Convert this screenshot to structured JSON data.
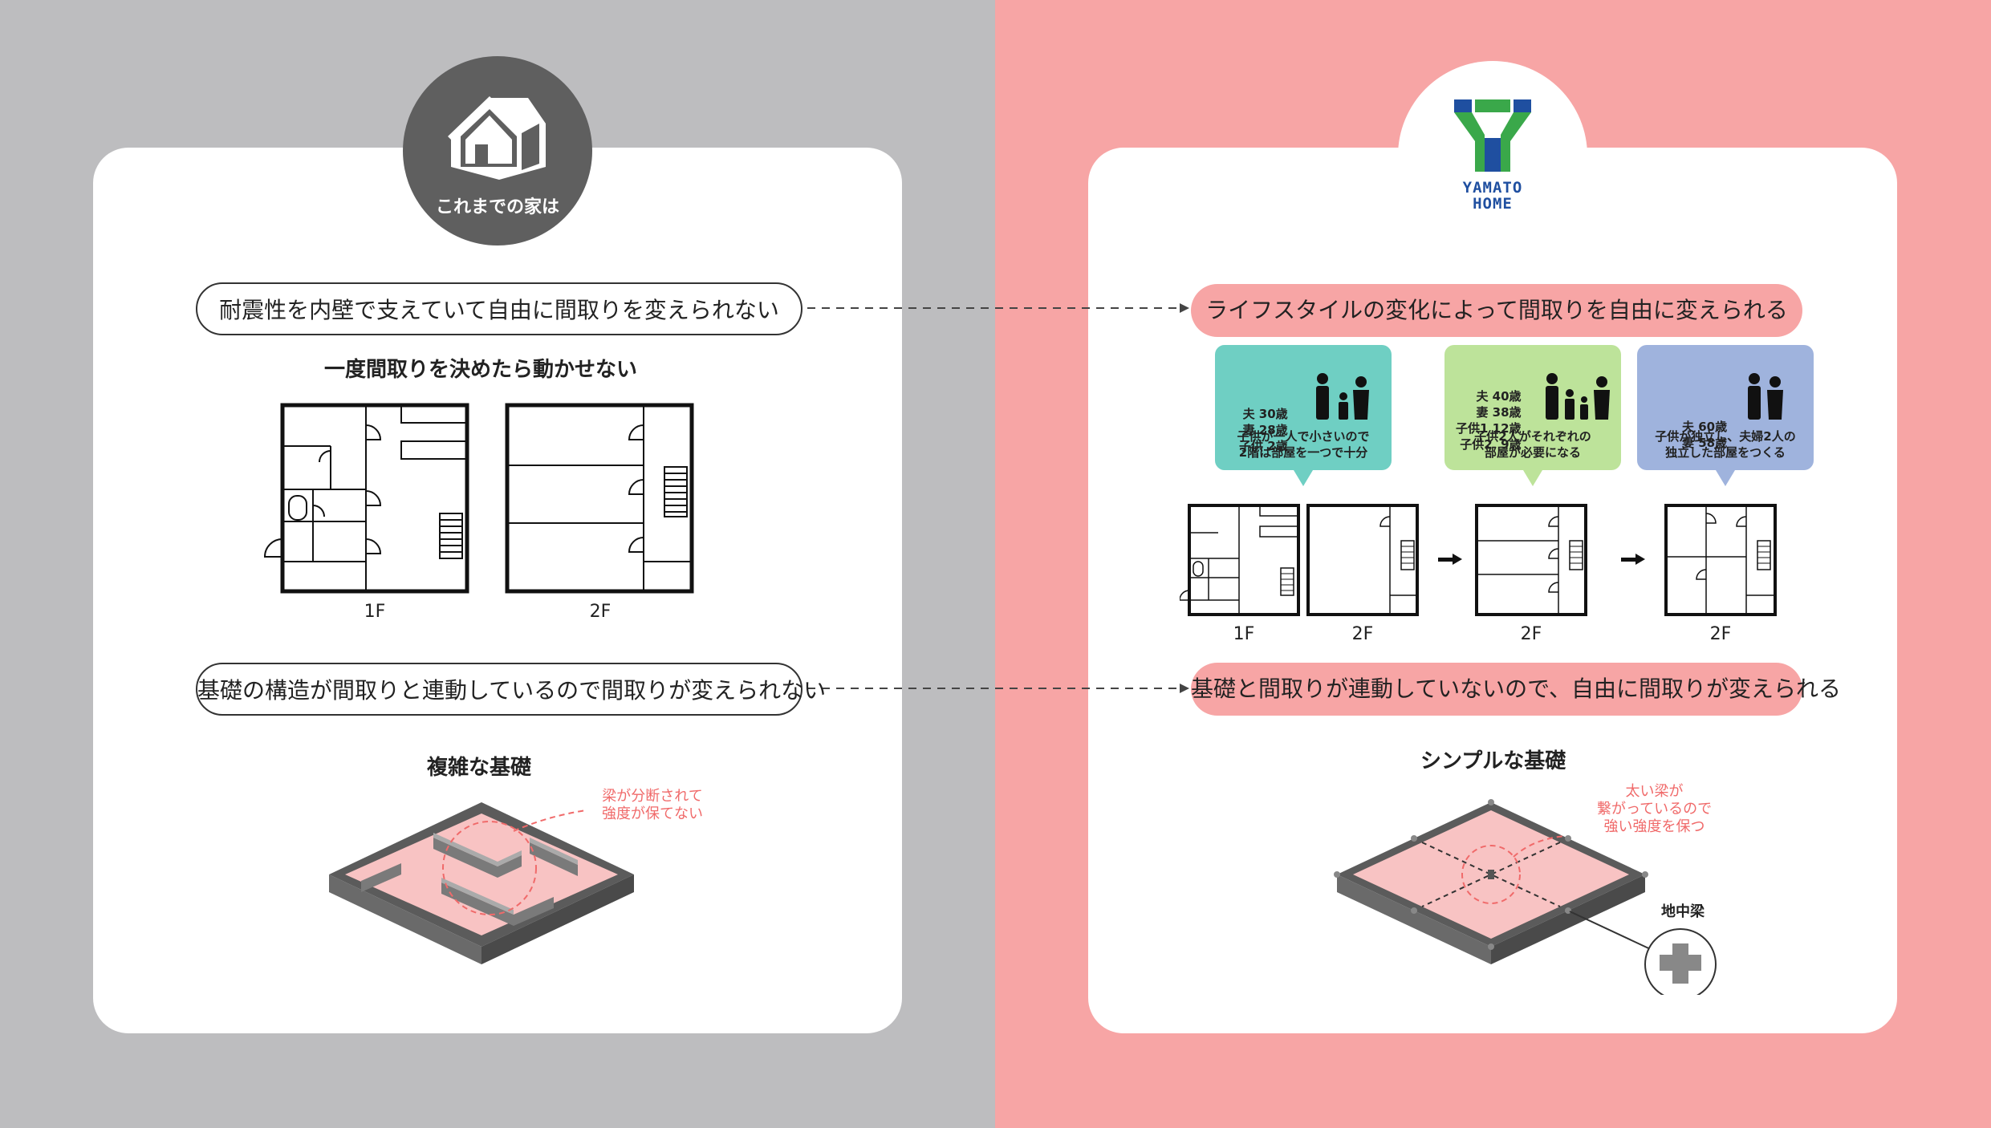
{
  "left": {
    "badge_text": "これまでの家は",
    "statement1": "耐震性を内壁で支えていて自由に間取りを変えられない",
    "plan_caption": "一度間取りを決めたら動かせない",
    "floor_1f": "1F",
    "floor_2f": "2F",
    "statement2": "基礎の構造が間取りと連動しているので間取りが変えられない",
    "foundation_caption": "複雑な基礎",
    "foundation_note_line1": "梁が分断されて",
    "foundation_note_line2": "強度が保てない"
  },
  "right": {
    "logo_line1": "YAMATO",
    "logo_line2": "HOME",
    "statement1": "ライフスタイルの変化によって間取りを自由に変えられる",
    "stages": [
      {
        "ages": [
          "夫 30歳",
          "妻 28歳",
          "子供 2歳"
        ],
        "desc_line1": "子供が一人で小さいので",
        "desc_line2": "2階は部屋を一つで十分",
        "color": "#6fcfc3"
      },
      {
        "ages": [
          "夫 40歳",
          "妻 38歳",
          "子供1 12歳",
          "子供2  9歳"
        ],
        "desc_line1": "子供2人がそれぞれの",
        "desc_line2": "部屋が必要になる",
        "color": "#bde39a"
      },
      {
        "ages": [
          "夫 60歳",
          "妻 58歳"
        ],
        "desc_line1": "子供が独立し、夫婦2人の",
        "desc_line2": "独立した部屋をつくる",
        "color": "#9fb3dd"
      }
    ],
    "floor_1f": "1F",
    "floor_2f_a": "2F",
    "floor_2f_b": "2F",
    "floor_2f_c": "2F",
    "statement2": "基礎と間取りが連動していないので、自由に間取りが変えられる",
    "foundation_caption": "シンプルな基礎",
    "foundation_note_line1": "太い梁が",
    "foundation_note_line2": "繋がっているので",
    "foundation_note_line3": "強い強度を保つ",
    "beam_label": "地中梁"
  },
  "colors": {
    "left_bg": "#bdbdbf",
    "right_bg": "#f7a5a5",
    "pink": "#f7a5a5",
    "foundation_fill": "#f8c3c3",
    "note": "#f06a6a",
    "logo_blue": "#1f4fa0",
    "logo_green": "#3aa84a"
  }
}
